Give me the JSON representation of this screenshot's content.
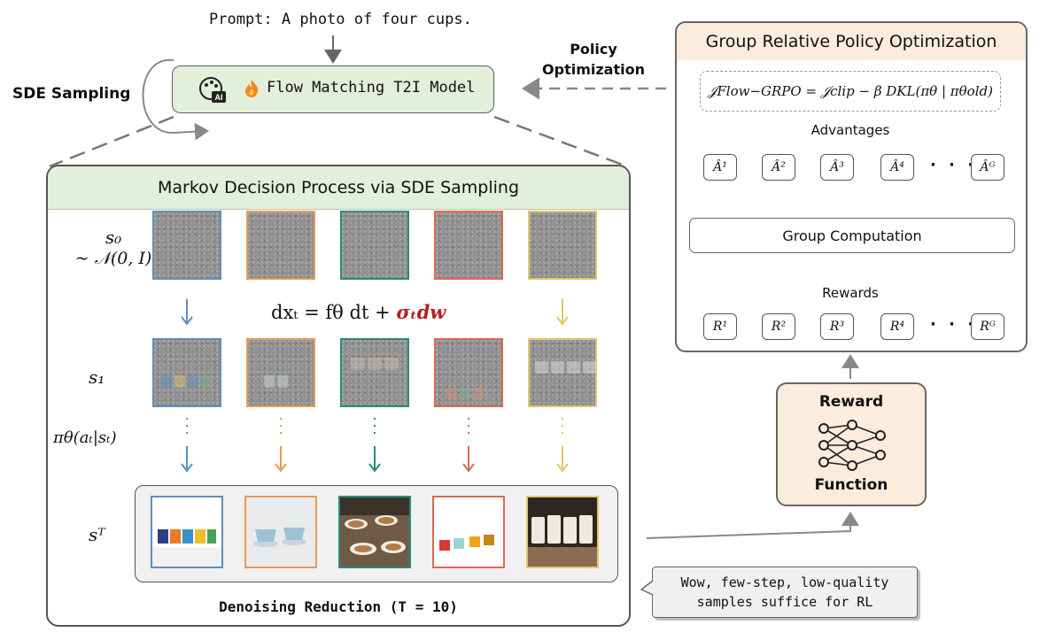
{
  "top": {
    "prompt": "Prompt: A photo of four cups.",
    "model_label": "Flow Matching T2I Model",
    "sde_label": "SDE Sampling",
    "policy_line1": "Policy",
    "policy_line2": "Optimization"
  },
  "mdp": {
    "title": "Markov Decision Process via SDE Sampling",
    "s0_line1": "s₀",
    "s0_line2": "~ 𝒩(0, I)",
    "s1": "s₁",
    "policy": "πθ(aₜ|sₜ)",
    "sT": "sᵀ",
    "equation_main": "dxₜ = fθ dt + ",
    "equation_noise": "σₜdw",
    "footer": "Denoising Reduction (T = 10)",
    "column_colors": [
      "#5b8fbf",
      "#ea9a55",
      "#2a8a7a",
      "#e0684f",
      "#e7c46a"
    ]
  },
  "grpo": {
    "title": "Group Relative Policy Optimization",
    "formula": "𝒥Flow−GRPO = 𝒥clip − β DKL(πθ | πθold)",
    "advantages_label": "Advantages",
    "advantages": [
      "Â¹",
      "Â²",
      "Â³",
      "Â⁴",
      "Âᴳ"
    ],
    "group_computation": "Group Computation",
    "rewards_label": "Rewards",
    "rewards": [
      "R¹",
      "R²",
      "R³",
      "R⁴",
      "Rᴳ"
    ],
    "ellipsis": "· · ·"
  },
  "reward_fn": {
    "line1": "Reward",
    "line2": "Function"
  },
  "bubble": {
    "line1": "Wow, few-step, low-quality",
    "line2": "samples suffice for RL"
  }
}
